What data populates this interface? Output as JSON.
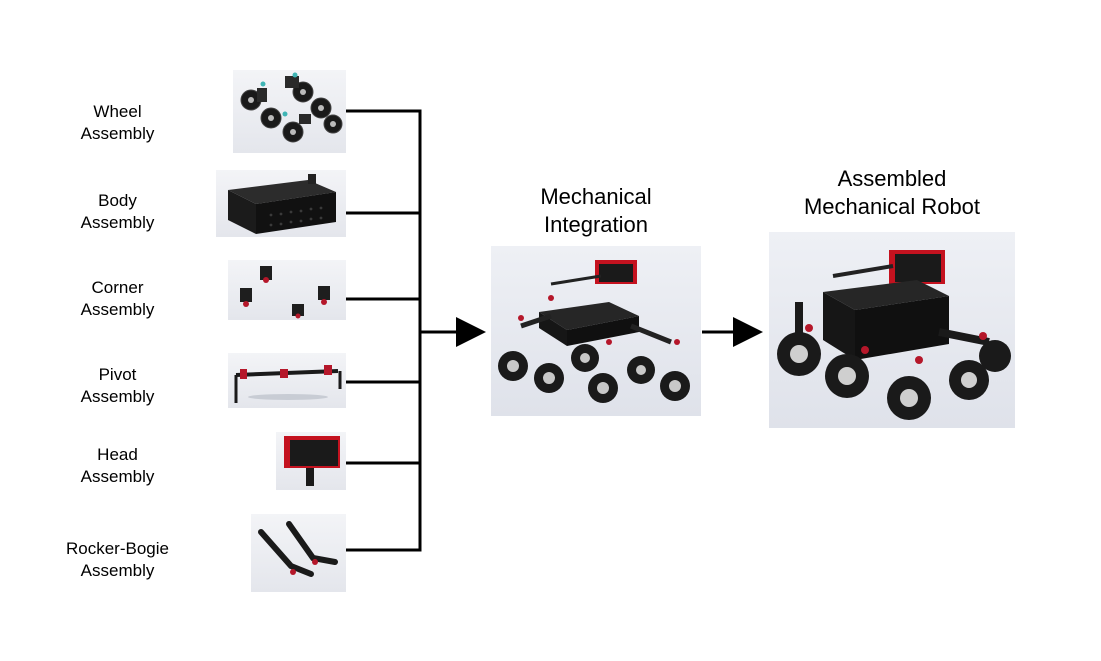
{
  "assemblies": [
    {
      "line1": "Wheel",
      "line2": "Assembly"
    },
    {
      "line1": "Body",
      "line2": "Assembly"
    },
    {
      "line1": "Corner",
      "line2": "Assembly"
    },
    {
      "line1": "Pivot",
      "line2": "Assembly"
    },
    {
      "line1": "Head",
      "line2": "Assembly"
    },
    {
      "line1": "Rocker-Bogie",
      "line2": "Assembly"
    }
  ],
  "integration": {
    "line1": "Mechanical",
    "line2": "Integration"
  },
  "final": {
    "line1": "Assembled",
    "line2": "Mechanical Robot"
  }
}
